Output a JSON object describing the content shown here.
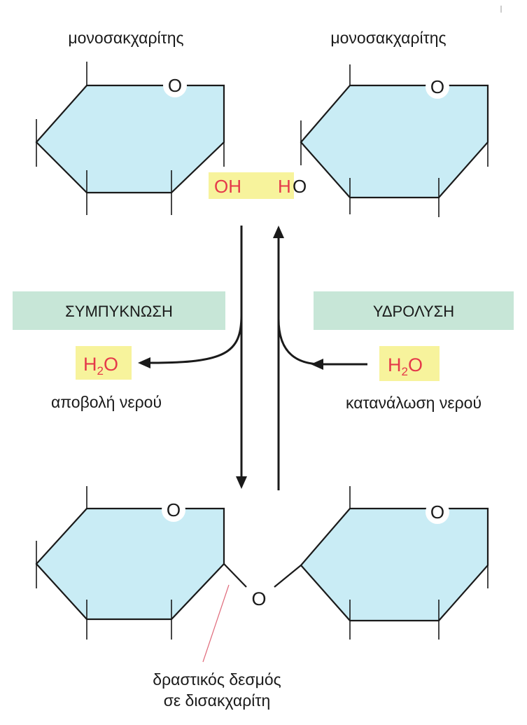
{
  "top_left": {
    "label": "μονοσακχαρίτης",
    "ring_o": "O",
    "group": "OH"
  },
  "top_right": {
    "label": "μονοσακχαρίτης",
    "ring_o": "O",
    "group_h": "H",
    "group_o": "O"
  },
  "condensation": {
    "title": "ΣΥΜΠΥΚΝΩΣΗ",
    "water": "H",
    "water_sub": "2",
    "water_o": "O",
    "caption": "αποβολή νερού"
  },
  "hydrolysis": {
    "title": "ΥΔΡΟΛΥΣΗ",
    "water": "H",
    "water_sub": "2",
    "water_o": "O",
    "caption": "κατανάλωση νερού"
  },
  "bottom_left": {
    "ring_o": "O"
  },
  "bottom_right": {
    "ring_o": "O"
  },
  "bridge_o": "O",
  "bond_label": {
    "line1": "δραστικός δεσμός",
    "line2": "σε δισακχαρίτη"
  },
  "colors": {
    "ring_fill": "#c9ecf5",
    "highlight_yellow": "#f7f39c",
    "highlight_green": "#c7e6d7",
    "red_text": "#e5394a"
  }
}
